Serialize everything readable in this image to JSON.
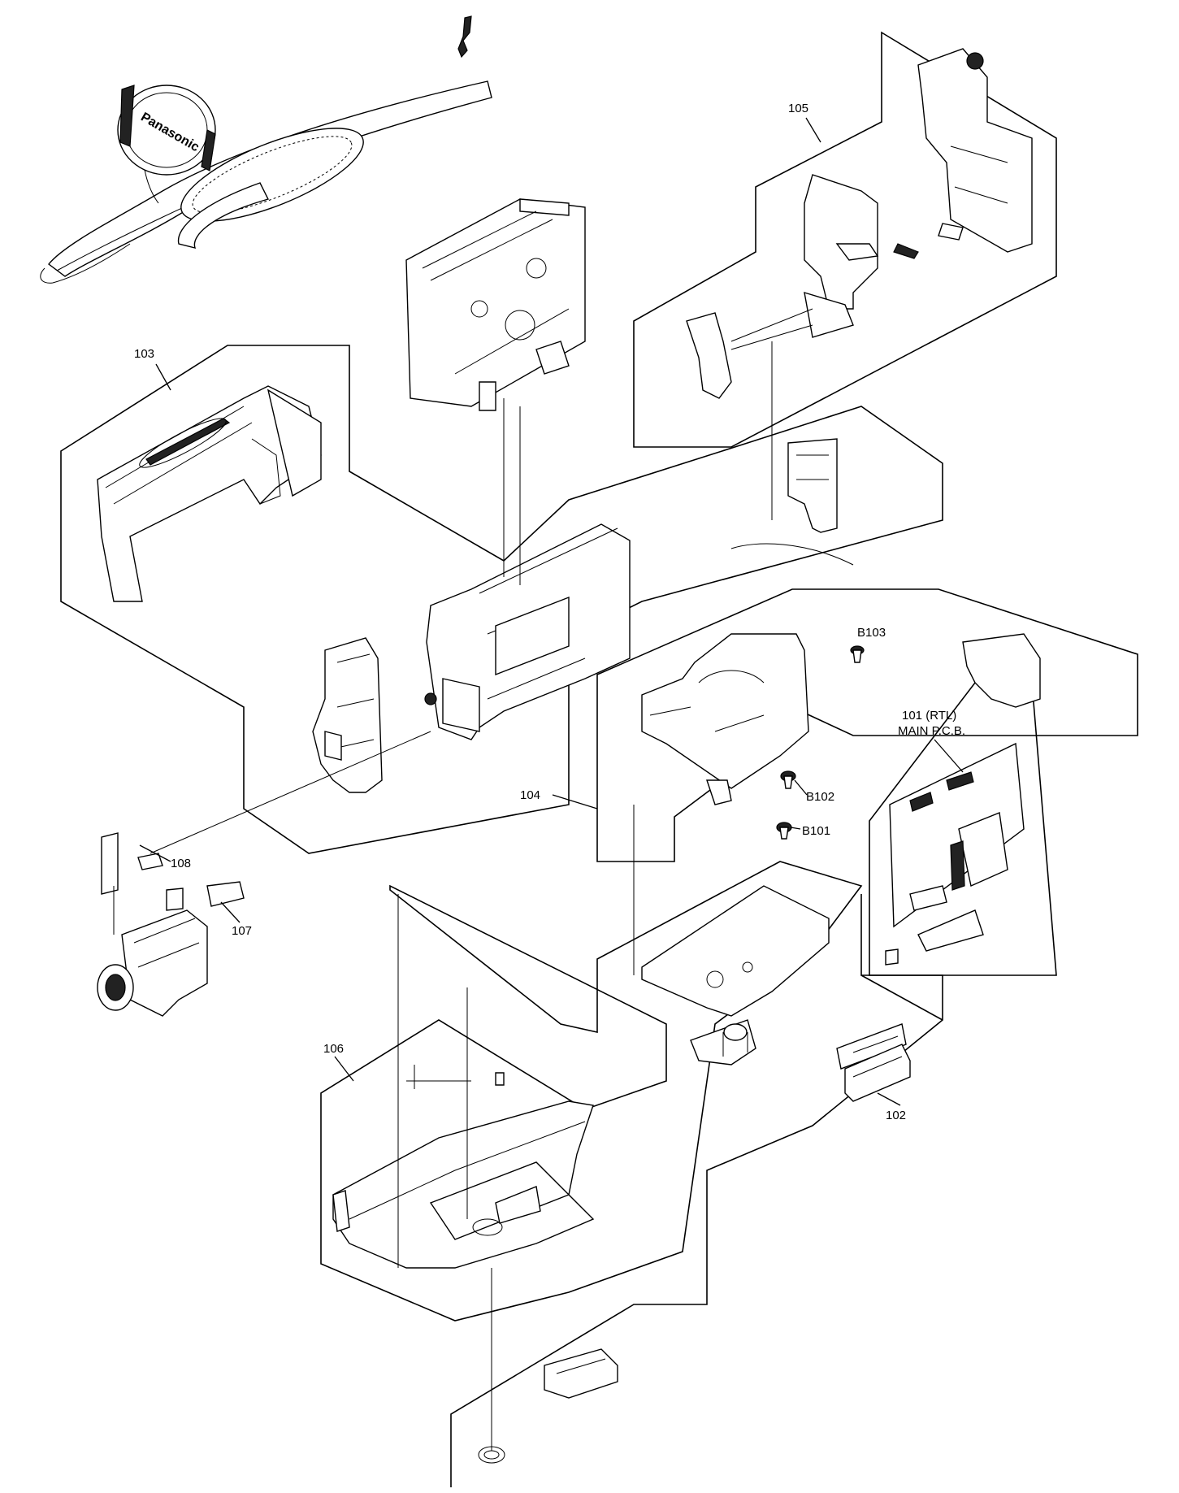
{
  "labels": {
    "l101a": "101 (RTL)",
    "l101b": "MAIN P.C.B.",
    "l102": "102",
    "l103": "103",
    "l104": "104",
    "l105": "105",
    "l106": "106",
    "l107": "107",
    "l108": "108",
    "lB101": "B101",
    "lB102": "B102",
    "lB103": "B103"
  },
  "logo_text": "Panasonic"
}
